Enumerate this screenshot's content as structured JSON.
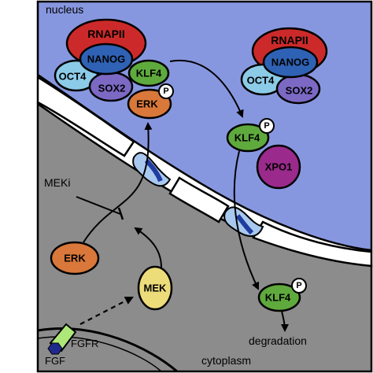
{
  "regions": {
    "nucleus_label": "nucleus",
    "cytoplasm_label": "cytoplasm"
  },
  "complex_left": {
    "rnapii": "RNAPII",
    "nanog": "NANOG",
    "oct4": "OCT4",
    "sox2": "SOX2",
    "klf4": "KLF4",
    "erk": "ERK",
    "phospho": "P"
  },
  "complex_right": {
    "rnapii": "RNAPII",
    "nanog": "NANOG",
    "oct4": "OCT4",
    "sox2": "SOX2"
  },
  "export": {
    "klf4": "KLF4",
    "phospho": "P",
    "xpo1": "XPO1"
  },
  "cytoplasm": {
    "klf4": "KLF4",
    "phospho": "P",
    "degradation": "degradation",
    "erk": "ERK",
    "mek": "MEK",
    "meki": "MEKi",
    "fgf": "FGF",
    "fgfr": "FGFR"
  },
  "colors": {
    "nucleus": "#8797df",
    "cytoplasm": "#8c8c8c",
    "rnapii": "#cc2a2a",
    "nanog": "#2f62b4",
    "oct4": "#8ccbe8",
    "sox2": "#7b69c4",
    "klf4": "#5faa3d",
    "erk": "#d9783a",
    "mek": "#ecdc7a",
    "xpo1": "#9a2a8b",
    "pore": "#a9c8ee",
    "fgfr": "#aee879",
    "fgf": "#1e2a8c"
  }
}
